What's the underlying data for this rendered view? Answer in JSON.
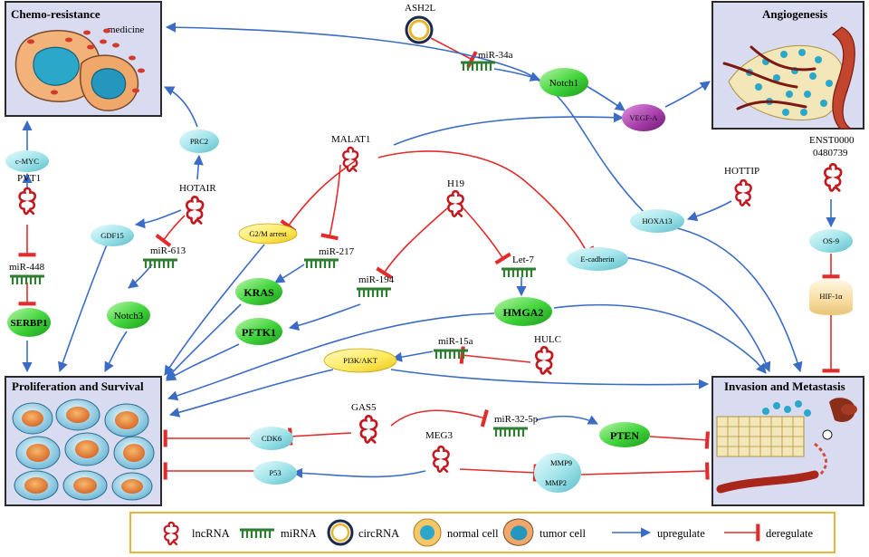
{
  "boxes": {
    "chemo": "Chemo-resistance",
    "medicine": "medicine",
    "angio": "Angiogenesis",
    "prolif": "Proliferation and Survival",
    "invasion": "Invasion and Metastasis"
  },
  "lncrna": {
    "pvt1": "PVT1",
    "hotair": "HOTAIR",
    "malat1": "MALAT1",
    "h19": "H19",
    "hottip": "HOTTIP",
    "enst_line1": "ENST0000",
    "enst_line2": "0480739",
    "hulc": "HULC",
    "gas5": "GAS5",
    "meg3": "MEG3"
  },
  "circrna": {
    "ash2l": "ASH2L"
  },
  "mirna": {
    "mir34a": "miR-34a",
    "mir448": "miR-448",
    "mir613": "miR-613",
    "mir217": "miR-217",
    "mir194": "miR-194",
    "let7": "Let-7",
    "mir15a": "miR-15a",
    "mir32": "miR-32-5p"
  },
  "targets": {
    "notch1": "Notch1",
    "vegfa": "VEGF-A",
    "cmyc": "c-MYC",
    "prc2": "PRC2",
    "gdf15": "GDF15",
    "serbp1": "SERBP1",
    "notch3": "Notch3",
    "g2m": "G2/M arrest",
    "kras": "KRAS",
    "pftk1": "PFTK1",
    "hmga2": "HMGA2",
    "pi3k": "PI3K/AKT",
    "hoxa13": "HOXA13",
    "ecad": "E-cadherin",
    "os9": "OS-9",
    "hif1a": "HIF-1α",
    "cdk6": "CDK6",
    "p53": "P53",
    "pten": "PTEN",
    "mmp9": "MMP9",
    "mmp2": "MMP2"
  },
  "legend": {
    "lncrna": "lncRNA",
    "mirna": "miRNA",
    "circrna": "circRNA",
    "normal": "normal cell",
    "tumor": "tumor cell",
    "up": "upregulate",
    "down": "deregulate"
  },
  "colors": {
    "upregulate": "#3b6cc5",
    "deregulate": "#e32b2b",
    "lncrna": "#c2191f",
    "mirna": "#2e7d32",
    "green_node": "#46d64a",
    "cyan_node": "#9fe3ea",
    "yellow_node": "#ffe95a",
    "purple_node": "#a23aa6",
    "box_fill": "#d9dbf1",
    "legend_border": "#e8b53a"
  }
}
